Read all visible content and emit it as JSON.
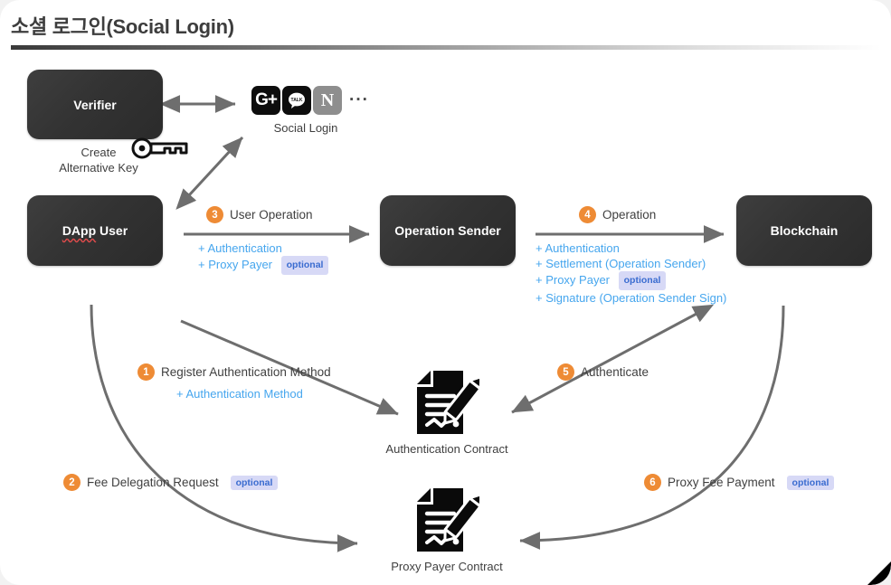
{
  "page": {
    "title": "소셜 로그인(Social Login)",
    "accent_orange": "#EE8B35",
    "accent_blue": "#46A6EE",
    "pill_bg": "#D7D9F6",
    "pill_text": "#3A6CD0",
    "node_bg": "#333333",
    "background": "#FFFFFF"
  },
  "nodes": {
    "verifier": "Verifier",
    "dapp_user_prefix": "DApp",
    "dapp_user_suffix": " User",
    "operation_sender": "Operation Sender",
    "blockchain": "Blockchain"
  },
  "labels": {
    "create_alternative_key": "Create\nAlternative Key",
    "social_login": "Social Login",
    "authentication_contract": "Authentication Contract",
    "proxy_payer_contract": "Proxy Payer Contract"
  },
  "social_icons": [
    {
      "name": "google-plus-icon",
      "glyph": "G+",
      "color": "#0D0D0D"
    },
    {
      "name": "kakaotalk-icon",
      "glyph": "TALK",
      "color": "#0D0D0D"
    },
    {
      "name": "naver-icon",
      "glyph": "N",
      "color": "#8E8E8E"
    },
    {
      "name": "ellipsis-icon",
      "glyph": "···",
      "color": "#4A4A4A"
    }
  ],
  "steps": [
    {
      "number": "1",
      "label": "Register Authentication Method",
      "optional": ""
    },
    {
      "number": "2",
      "label": "Fee Delegation Request",
      "optional": "optional"
    },
    {
      "number": "3",
      "label": "User Operation",
      "optional": ""
    },
    {
      "number": "4",
      "label": "Operation",
      "optional": ""
    },
    {
      "number": "5",
      "label": "Authenticate",
      "optional": ""
    },
    {
      "number": "6",
      "label": "Proxy Fee Payment",
      "optional": "optional"
    }
  ],
  "payloads": {
    "step1": [
      {
        "text": "+ Authentication Method",
        "optional": ""
      }
    ],
    "step3": [
      {
        "text": "+ Authentication",
        "optional": ""
      },
      {
        "text": "+ Proxy Payer",
        "optional": "optional"
      }
    ],
    "step4": [
      {
        "text": "+ Authentication",
        "optional": ""
      },
      {
        "text": "+ Settlement (Operation Sender)",
        "optional": ""
      },
      {
        "text": "+ Proxy Payer",
        "optional": "optional"
      },
      {
        "text": "+ Signature (Operation Sender Sign)",
        "optional": ""
      }
    ]
  }
}
